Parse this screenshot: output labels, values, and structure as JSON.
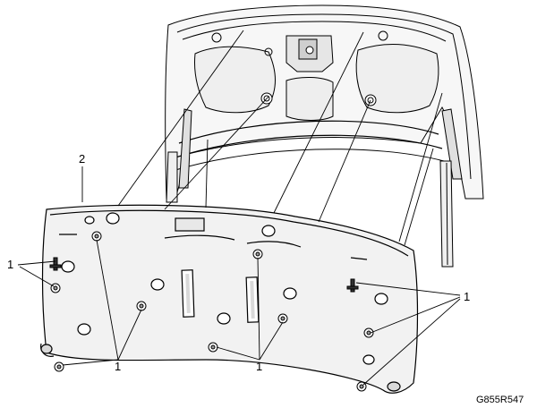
{
  "diagram": {
    "figure_code": "G855R547",
    "callouts": {
      "c1_left": "1",
      "c1_bottom_left": "1",
      "c1_bottom_mid": "1",
      "c1_right": "1",
      "c2": "2"
    },
    "colors": {
      "line": "#000000",
      "panel_fill": "#f2f2f2",
      "lid_fill": "#f7f7f7",
      "shade": "#d9d9d9"
    }
  }
}
